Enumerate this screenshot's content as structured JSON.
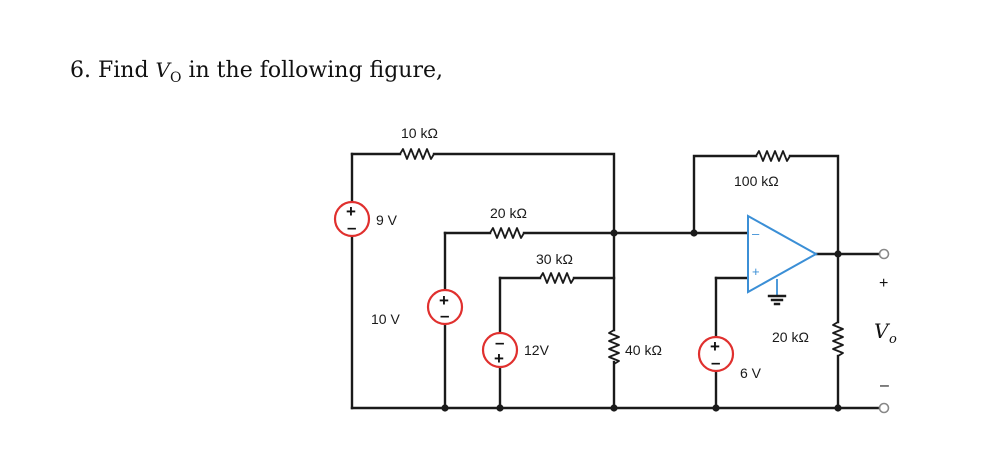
{
  "question": {
    "prefix": "6. Find",
    "variable": "V",
    "variable_sub": "O",
    "suffix": "in the following figure,"
  },
  "circuit": {
    "resistors": {
      "r10k": "10 kΩ",
      "r20k": "20 kΩ",
      "r30k": "30 kΩ",
      "r40k": "40 kΩ",
      "r100k": "100 kΩ",
      "r20k_load": "20 kΩ"
    },
    "sources": {
      "s9v": "9 V",
      "s10v": "10 V",
      "s12v": "12V",
      "s6v": "6 V"
    },
    "output": {
      "plus": "+",
      "minus": "–",
      "label": "V",
      "label_sub": "o"
    },
    "symbols": {
      "plus": "+",
      "minus": "–"
    }
  }
}
